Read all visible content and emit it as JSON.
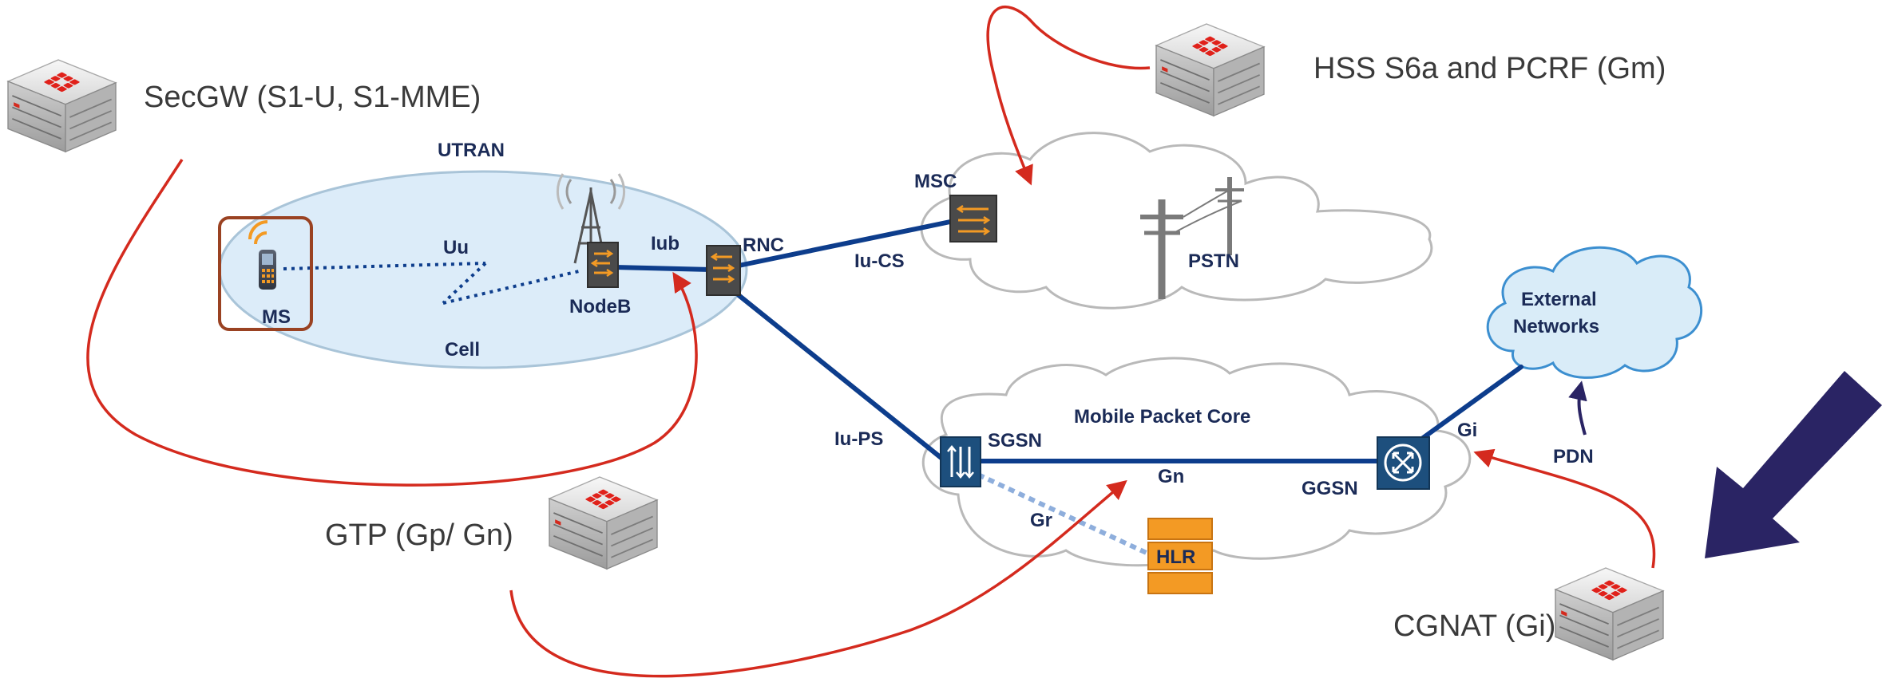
{
  "appliances": {
    "secgw": "SecGW (S1-U, S1-MME)",
    "hss": "HSS S6a and PCRF (Gm)",
    "gtp": "GTP (Gp/ Gn)",
    "cgnat": "CGNAT (Gi)"
  },
  "utran": {
    "title": "UTRAN",
    "ms": "MS",
    "uu": "Uu",
    "cell": "Cell",
    "nodeb": "NodeB",
    "iub": "Iub",
    "rnc": "RNC"
  },
  "circuit": {
    "msc": "MSC",
    "iucs": "Iu-CS",
    "pstn": "PSTN"
  },
  "packet_core": {
    "title": "Mobile Packet Core",
    "iups": "Iu-PS",
    "sgsn": "SGSN",
    "gn": "Gn",
    "gr": "Gr",
    "hlr": "HLR",
    "ggsn": "GGSN",
    "gi": "Gi"
  },
  "external": {
    "line1": "External",
    "line2": "Networks",
    "pdn": "PDN"
  },
  "colors": {
    "link_blue": "#0d3d8c",
    "annotation_red": "#d42a1e",
    "utran_fill": "#dcecf9",
    "cloud_stroke": "#b9b9b9",
    "external_fill": "#d9ecf8",
    "hlr_orange": "#f39a24",
    "highlight_arrow": "#2a2464",
    "label_navy": "#1b2b57"
  }
}
